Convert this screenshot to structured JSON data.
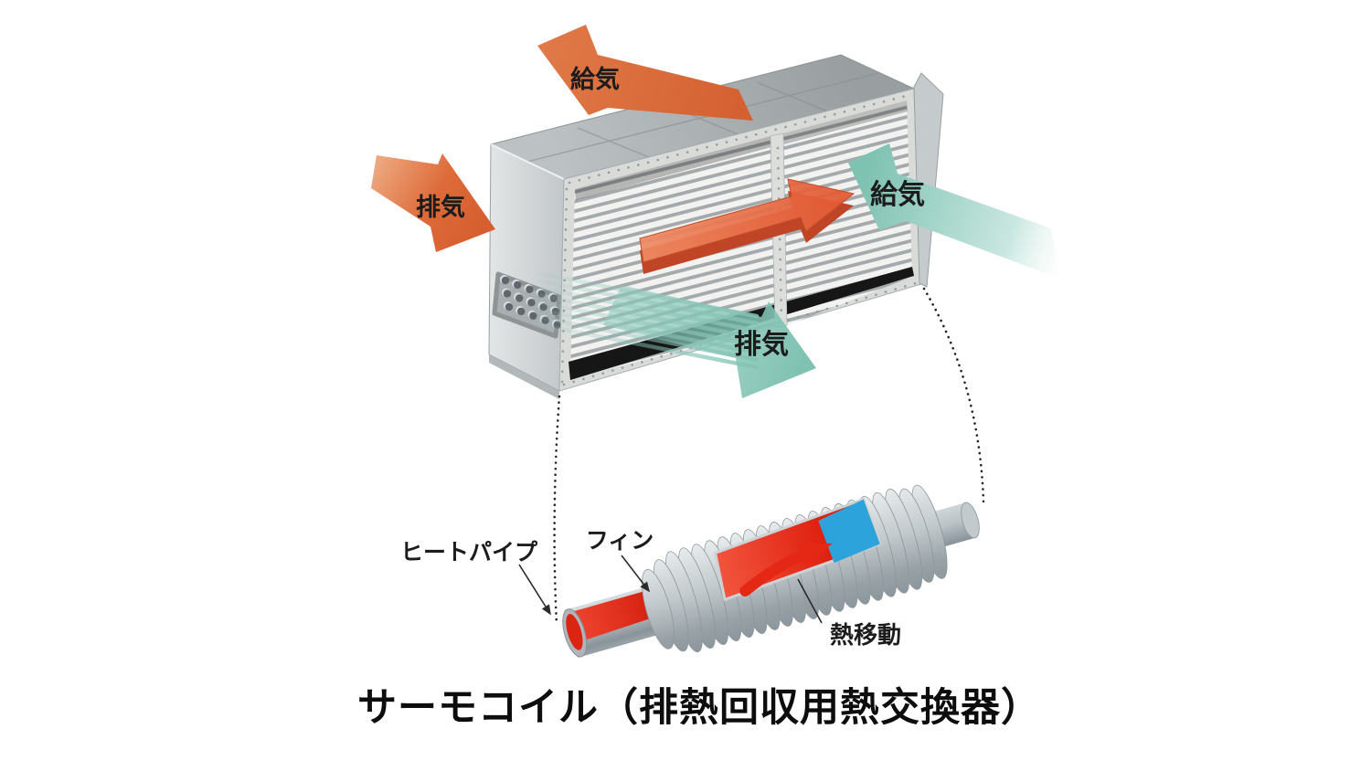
{
  "figure": {
    "caption": "サーモコイル（排熱回収用熱交換器）",
    "arrows": {
      "supply_out_top": "給気",
      "exhaust_in_left": "排気",
      "supply_in_right": "給気",
      "exhaust_out_bottom": "排気"
    },
    "detail": {
      "heat_pipe": "ヒートパイプ",
      "fin": "フィン",
      "heat_transfer": "熱移動"
    },
    "colors": {
      "hot_air_arrow": "#db6a3c",
      "cool_air_arrow": "#85c4b5",
      "hot_fluid": "#e52715",
      "cold_fluid": "#2da3dc",
      "casing_gray": "#c9cdcf",
      "label_text": "#1c1c1c"
    }
  }
}
